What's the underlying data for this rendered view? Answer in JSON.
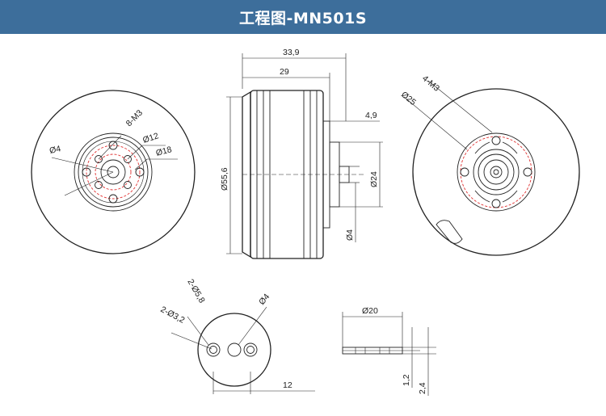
{
  "header": {
    "title": "工程图-MN501S",
    "bg_color": "#3d6e9b"
  },
  "front_view": {
    "d4": "Ø4",
    "m3_8": "8-M3",
    "d12": "Ø12",
    "d18": "Ø18"
  },
  "side_view": {
    "w339": "33,9",
    "w29": "29",
    "w49": "4,9",
    "d556": "Ø55,6",
    "d24": "Ø24",
    "d4": "Ø4"
  },
  "rear_view": {
    "m3_4": "4-M3",
    "d25": "Ø25"
  },
  "disc_view": {
    "d58": "2-Ø5,8",
    "d4": "Ø4",
    "d32": "2-Ø3,2",
    "w12": "12"
  },
  "washer_view": {
    "d20": "Ø20",
    "t12": "1,2",
    "t24": "2,4"
  },
  "colors": {
    "line": "#222222",
    "accent_red": "#e03030"
  }
}
